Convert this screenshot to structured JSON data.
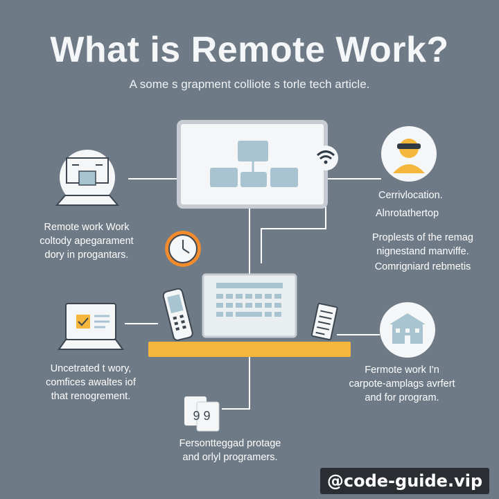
{
  "header": {
    "title": "What is Remote Work?",
    "subtitle": "A some s grapment colliote s torle tech article."
  },
  "labels": {
    "top_left": [
      "Remote work Work",
      "coltody apegarament",
      "dory in progantars."
    ],
    "top_right_a": [
      "Cerrivlocation."
    ],
    "top_right_b": [
      "Alnrotathertop"
    ],
    "right_mid": [
      "Proplests of the remag",
      "nignestand manviffe."
    ],
    "right_mid_b": [
      "Comrigniard rebmetis"
    ],
    "bottom_left": [
      "Uncetrated t wory,",
      "comfices awaltes iof",
      "that renogrement."
    ],
    "bottom_right": [
      "Fermote work I'n",
      "carpote-amplags avrfert",
      "and for program."
    ],
    "bottom_center": [
      "Fersontteggad protage",
      "and orlyl programers."
    ]
  },
  "doc_icon_text": "9 9",
  "watermark": "@code-guide.vip",
  "colors": {
    "background": "#6e7a86",
    "panel": "#f5f6f7",
    "accent_yellow": "#f4b73b",
    "accent_orange": "#f08c2e",
    "icon_blue": "#a9c4d1",
    "line": "#ffffff"
  }
}
